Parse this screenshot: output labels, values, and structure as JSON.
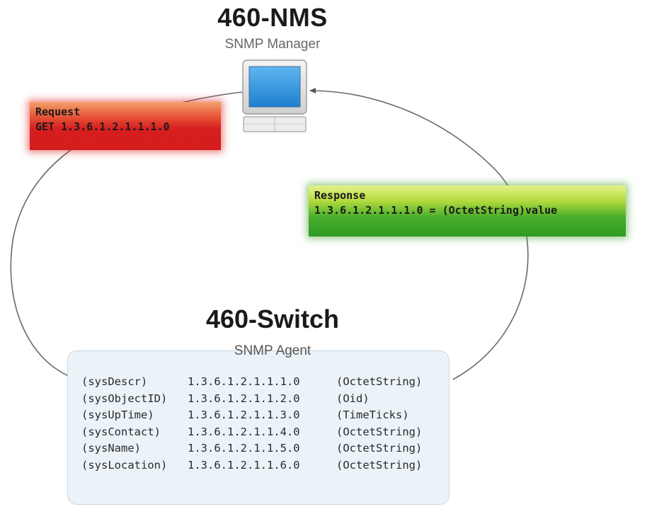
{
  "manager": {
    "title": "460-NMS",
    "subtitle": "SNMP Manager"
  },
  "request": {
    "heading": "Request",
    "command": "GET 1.3.6.1.2.1.1.1.0"
  },
  "response": {
    "heading": "Response",
    "body": "1.3.6.1.2.1.1.1.0 = (OctetString)value"
  },
  "agent": {
    "title": "460-Switch",
    "subtitle": "SNMP Agent",
    "mib": [
      {
        "name": "(sysDescr)",
        "oid": "1.3.6.1.2.1.1.1.0",
        "type": "(OctetString)"
      },
      {
        "name": "(sysObjectID)",
        "oid": "1.3.6.1.2.1.1.2.0",
        "type": "(Oid)"
      },
      {
        "name": "(sysUpTime)",
        "oid": "1.3.6.1.2.1.1.3.0",
        "type": "(TimeTicks)"
      },
      {
        "name": "(sysContact)",
        "oid": "1.3.6.1.2.1.1.4.0",
        "type": "(OctetString)"
      },
      {
        "name": "(sysName)",
        "oid": "1.3.6.1.2.1.1.5.0",
        "type": "(OctetString)"
      },
      {
        "name": "(sysLocation)",
        "oid": "1.3.6.1.2.1.1.6.0",
        "type": "(OctetString)"
      }
    ]
  },
  "colors": {
    "request": "#d31c1c",
    "response": "#2f9a24",
    "agent_panel": "#ebf3f8"
  },
  "icons": {
    "manager_device": "computer-icon"
  }
}
